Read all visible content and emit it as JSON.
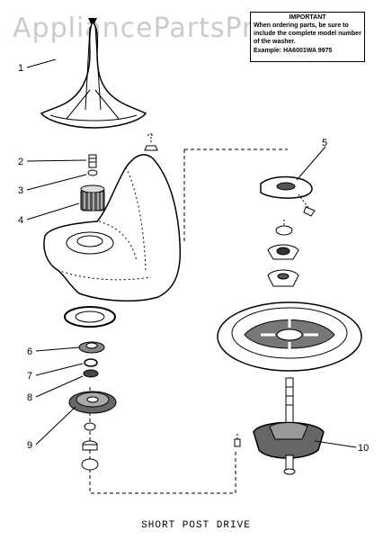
{
  "watermark": "AppliancePartsPros.com",
  "notice": {
    "title": "IMPORTANT",
    "body": "When ordering parts, be sure to include the complete model number of the washer.",
    "example": "Example: HA6001WA  9975"
  },
  "caption": "SHORT POST DRIVE",
  "callouts": [
    "1",
    "2",
    "3",
    "4",
    "5",
    "6",
    "7",
    "8",
    "9",
    "10"
  ]
}
